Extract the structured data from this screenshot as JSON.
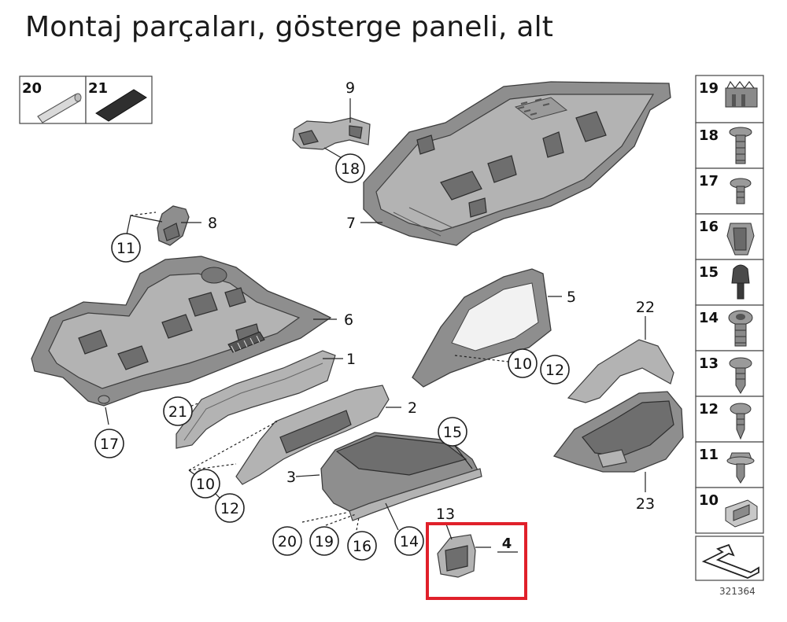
{
  "title": "Montaj parçaları, gösterge paneli, alt",
  "diagram_number": "321364",
  "top_legend": [
    {
      "number": "20",
      "icon": "pin-rod-icon"
    },
    {
      "number": "21",
      "icon": "foam-pad-icon"
    }
  ],
  "side_legend": [
    {
      "number": "19",
      "icon": "gear-clip-icon"
    },
    {
      "number": "18",
      "icon": "screw-icon"
    },
    {
      "number": "17",
      "icon": "short-screw-icon"
    },
    {
      "number": "16",
      "icon": "spring-clip-icon"
    },
    {
      "number": "15",
      "icon": "plug-icon"
    },
    {
      "number": "14",
      "icon": "torx-screw-icon"
    },
    {
      "number": "13",
      "icon": "tapping-screw-icon"
    },
    {
      "number": "12",
      "icon": "pointed-screw-icon"
    },
    {
      "number": "11",
      "icon": "flange-screw-icon"
    },
    {
      "number": "10",
      "icon": "clip-nut-icon"
    }
  ],
  "callouts": {
    "c1": "1",
    "c2": "2",
    "c3": "3",
    "c4": "4",
    "c5": "5",
    "c6": "6",
    "c7": "7",
    "c8": "8",
    "c9": "9",
    "c10a": "10",
    "c10b": "10",
    "c11": "11",
    "c12a": "12",
    "c12b": "12",
    "c13": "13",
    "c14": "14",
    "c15": "15",
    "c16": "16",
    "c17": "17",
    "c18": "18",
    "c19": "19",
    "c20": "20",
    "c21": "21",
    "c22": "22",
    "c23": "23"
  },
  "highlight": {
    "color": "#e0202a",
    "underline_color": "#f5c400",
    "part": "4"
  },
  "colors": {
    "part_fill": "#8e8e8e",
    "part_light": "#b3b3b3",
    "outline": "#3d3d3d"
  }
}
